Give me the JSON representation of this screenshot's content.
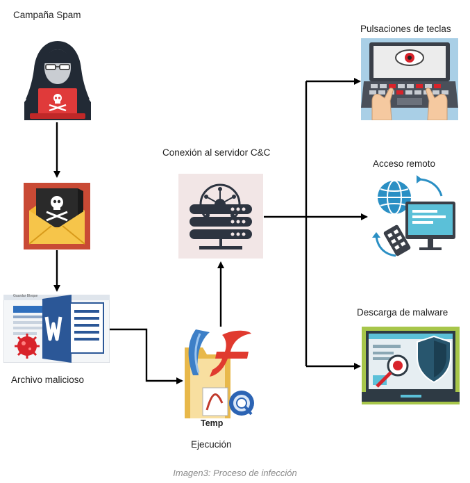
{
  "nodes": {
    "spam": {
      "label": "Campaña Spam"
    },
    "email": {
      "label": ""
    },
    "archivo": {
      "label": "Archivo malicioso"
    },
    "ejecucion": {
      "label": "Ejecución",
      "sublabel": "Temp"
    },
    "servidor": {
      "label": "Conexión al servidor C&C"
    },
    "teclas": {
      "label": "Pulsaciones de teclas"
    },
    "remoto": {
      "label": "Acceso remoto"
    },
    "malware": {
      "label": "Descarga de malware"
    }
  },
  "caption": "Imagen3: Proceso de infección",
  "doc_strip": "Guardar Bloque",
  "colors": {
    "arrow": "#000000",
    "hacker_red": "#e03a3a",
    "envelope_bg": "#c94a35",
    "envelope": "#f2b632",
    "word_blue": "#2b5797",
    "server_bg": "#f2e6e6",
    "server_dark": "#2d3440",
    "laptop_dark": "#3a3f48",
    "teal": "#5bc0d8",
    "monitor_bg": "#a7c64a",
    "shield": "#28566e"
  }
}
